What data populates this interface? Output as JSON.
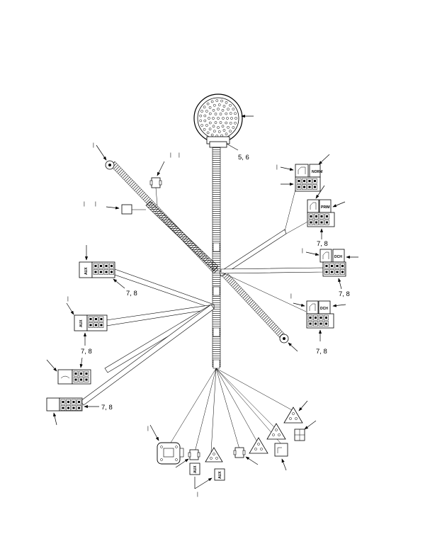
{
  "callouts": {
    "c_5_6": "5, 6",
    "c_7_8": "7, 8"
  },
  "box_text": {
    "top_right": "NORM",
    "right_upper": "PRIM",
    "right_middle": "DCH",
    "right_lower": "DCH",
    "left_upper": "AUX",
    "left_middle": "AUX",
    "bottom_aux_1": "AUX",
    "bottom_aux_2": "AUX"
  },
  "tick_marks": {
    "ticks": [
      "|",
      "|",
      "|",
      "|",
      "|",
      "|",
      "|",
      "|",
      "|",
      "|",
      "|"
    ]
  }
}
